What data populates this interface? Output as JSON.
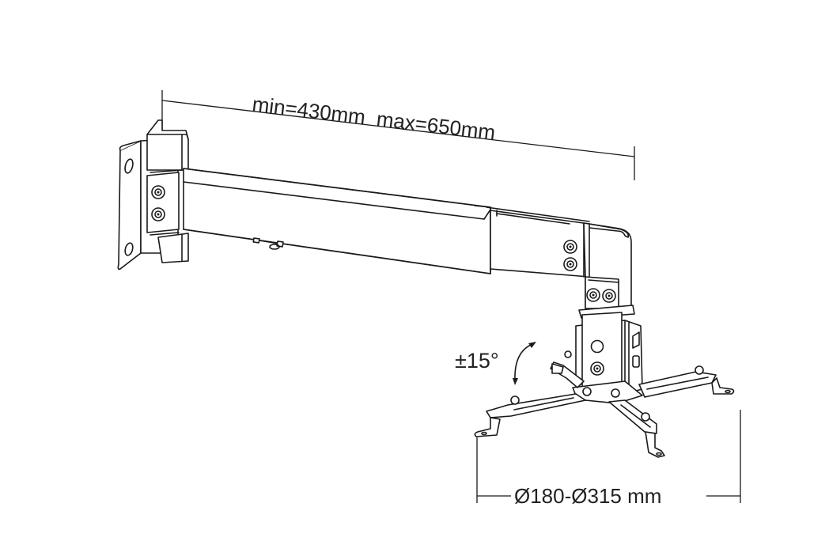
{
  "diagram": {
    "subject": "Projector wall mount bracket (line drawing)",
    "labels": {
      "arm_length": "min=430mm  max=650mm",
      "tilt_angle": "±15°",
      "mount_diameter": "Ø180-Ø315 mm"
    },
    "dimensions": {
      "arm_min_mm": 430,
      "arm_max_mm": 650,
      "tilt_deg": 15,
      "plate_min_diameter_mm": 180,
      "plate_max_diameter_mm": 315
    },
    "colors": {
      "background": "#ffffff",
      "line": "#1a1a1a",
      "text": "#222222"
    }
  }
}
